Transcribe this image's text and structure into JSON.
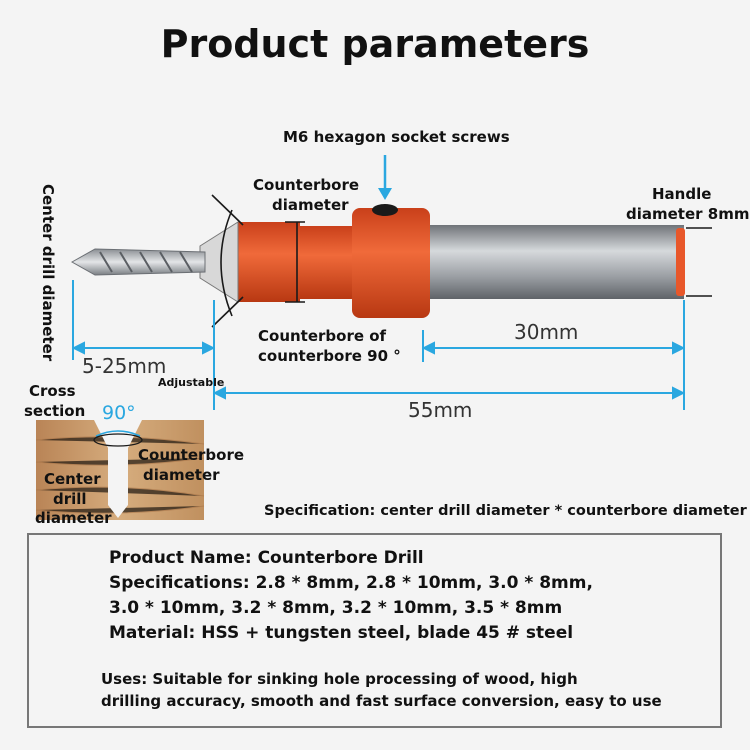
{
  "title": "Product parameters",
  "labels": {
    "m6_screws": "M6 hexagon socket screws",
    "counterbore_diameter_l1": "Counterbore",
    "counterbore_diameter_l2": "diameter",
    "handle_l1": "Handle",
    "handle_l2": "diameter 8mm",
    "center_drill_vertical": "Center drill diameter",
    "counterbore_of_l1": "Counterbore of",
    "counterbore_of_l2": "counterbore 90 °",
    "dim_30": "30mm",
    "dim_5_25": "5-25mm",
    "adjustable": "Adjustable",
    "dim_55": "55mm",
    "cross_l1": "Cross",
    "cross_l2": "section",
    "angle_90": "90°",
    "cs_counterbore_l1": "Counterbore",
    "cs_counterbore_l2": "diameter",
    "cs_center_l1": "Center",
    "cs_center_l2": "drill",
    "cs_center_l3": "diameter",
    "spec_note": "Specification: center drill diameter * counterbore diameter"
  },
  "spec": {
    "product_name": "Product Name: Counterbore Drill",
    "specs_l1": "Specifications: 2.8 * 8mm, 2.8 * 10mm, 3.0 * 8mm,",
    "specs_l2": "3.0 * 10mm, 3.2 * 8mm, 3.2 * 10mm, 3.5 * 8mm",
    "material": "Material: HSS + tungsten steel, blade 45 # steel",
    "uses_l1": "Uses: Suitable for sinking hole processing of wood, high",
    "uses_l2": "drilling accuracy, smooth and fast surface conversion, easy to use"
  },
  "colors": {
    "accent_dim": "#2aa7e0",
    "collar_orange": "#e8572a",
    "shank_grey": "#a9adb2",
    "wood": "#c89a6a"
  }
}
